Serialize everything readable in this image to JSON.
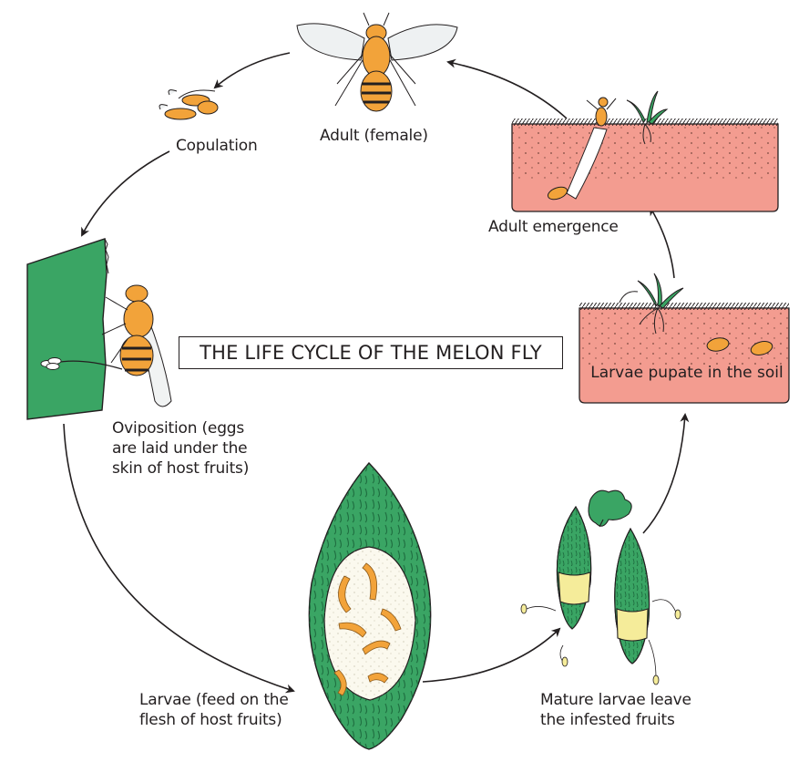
{
  "title": "THE LIFE CYCLE OF THE MELON FLY",
  "stages": {
    "adult": "Adult (female)",
    "copulation": "Copulation",
    "emergence": "Adult emergence",
    "pupate": "Larvae pupate in the soil",
    "oviposition": [
      "Oviposition (eggs",
      "are laid under the",
      "skin of host fruits)"
    ],
    "larvae": [
      "Larvae (feed on the",
      "flesh of host fruits)"
    ],
    "mature": [
      "Mature larvae leave",
      "the infested fruits"
    ]
  },
  "colors": {
    "fruit_green": "#3aa564",
    "fly_orange": "#f2a33a",
    "soil_pink": "#f39c90",
    "flesh_white": "#fbf9ee",
    "band_yellow": "#f5ec9a",
    "ink": "#231f20"
  },
  "icons": [
    "melon-fly-icon",
    "mating-flies-icon",
    "leaf-surface-icon",
    "host-fruit-icon",
    "larva-icon",
    "pupa-icon",
    "soil-block-icon",
    "seedling-icon",
    "cycle-arrow-icon"
  ]
}
